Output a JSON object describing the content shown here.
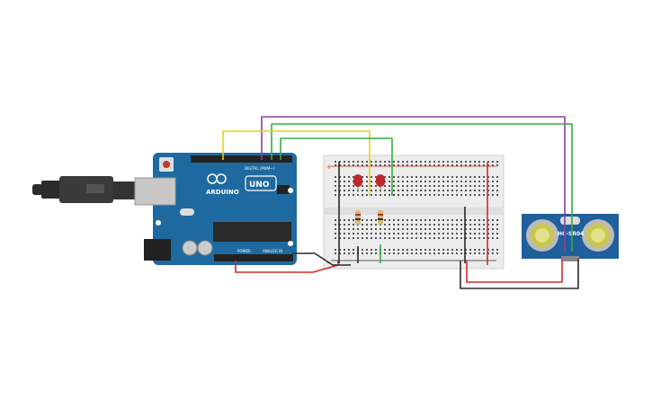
{
  "arduino": {
    "brand": "ARDUINO",
    "model": "UNO",
    "digital_label": "DIGITAL (PWM~)",
    "power_label": "POWER",
    "analog_label": "ANALOG IN",
    "color": "#1e6aa0"
  },
  "sensor": {
    "model": "HC-SR04",
    "color": "#1f5f9c"
  },
  "breadboard": {
    "plus": "+",
    "minus": "-"
  },
  "wires": {
    "purple": "#8a3fa0",
    "green": "#39a845",
    "yellow": "#e5d21c",
    "red": "#d32b2b",
    "black": "#2a2a2a"
  },
  "components": {
    "led_color": "#c0262b",
    "resistor_color": "#d9b778"
  }
}
